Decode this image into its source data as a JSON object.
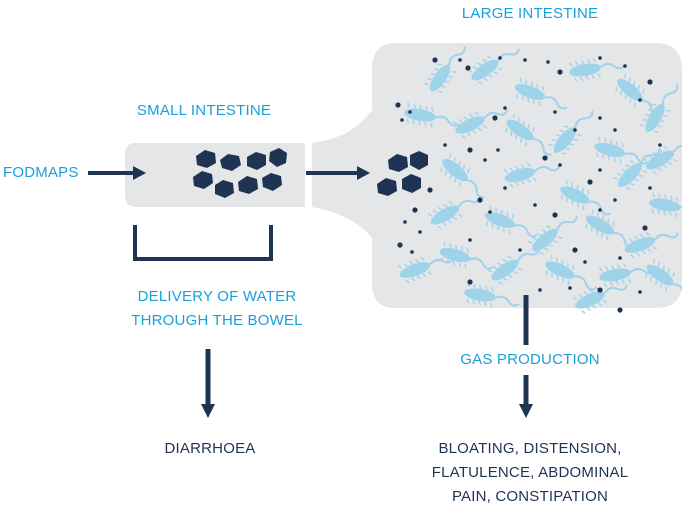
{
  "labels": {
    "large_intestine": "LARGE INTESTINE",
    "small_intestine": "SMALL INTESTINE",
    "fodmaps": "FODMAPS",
    "delivery_line1": "DELIVERY OF WATER",
    "delivery_line2": "THROUGH THE BOWEL",
    "gas_production": "GAS PRODUCTION",
    "diarrhoea": "DIARRHOEA",
    "symptoms_line1": "BLOATING, DISTENSION,",
    "symptoms_line2": "FLATULENCE, ABDOMINAL",
    "symptoms_line3": "PAIN, CONSTIPATION"
  },
  "colors": {
    "accent_blue": "#1aa0d8",
    "navy": "#1e3452",
    "intestine_fill": "#e4e6e8",
    "bacteria": "#9fd3ea"
  },
  "icons": {
    "fodmap_particles": "food-particle-icon",
    "bacteria": "bacteria-icon"
  }
}
